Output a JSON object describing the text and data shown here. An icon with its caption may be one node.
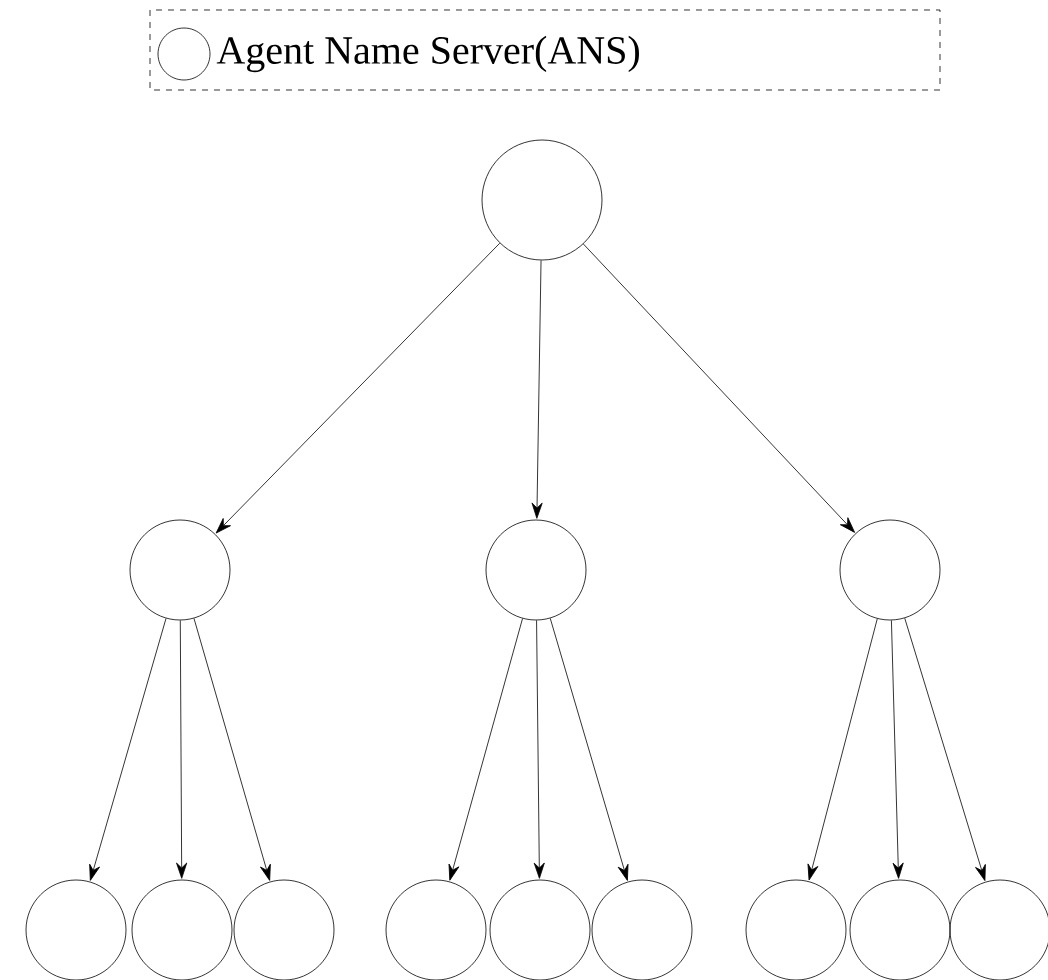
{
  "diagram": {
    "nodes": [
      {
        "text": [],
        "shape": "circle"
      },
      {
        "text": [],
        "shape": "circle"
      },
      {
        "text": [],
        "shape": "circle"
      },
      {
        "text": [],
        "shape": "circle"
      },
      {
        "text": [],
        "shape": "circle"
      },
      {
        "text": [],
        "shape": "circle"
      },
      {
        "text": [],
        "shape": "circle"
      },
      {
        "text": [],
        "shape": "circle"
      },
      {
        "text": [],
        "shape": "circle"
      },
      {
        "text": [],
        "shape": "circle"
      },
      {
        "text": [],
        "shape": "circle"
      },
      {
        "text": [],
        "shape": "circle"
      },
      {
        "text": [],
        "shape": "circle"
      }
    ],
    "edges": [
      {
        "from": 0,
        "to": 1,
        "arrow": "to"
      },
      {
        "from": 0,
        "to": 2,
        "arrow": "to"
      },
      {
        "from": 0,
        "to": 3,
        "arrow": "to"
      },
      {
        "from": 1,
        "to": 4,
        "arrow": "to"
      },
      {
        "from": 1,
        "to": 5,
        "arrow": "to"
      },
      {
        "from": 1,
        "to": 6,
        "arrow": "to"
      },
      {
        "from": 2,
        "to": 7,
        "arrow": "to"
      },
      {
        "from": 2,
        "to": 8,
        "arrow": "to"
      },
      {
        "from": 2,
        "to": 9,
        "arrow": "to"
      },
      {
        "from": 3,
        "to": 10,
        "arrow": "to"
      },
      {
        "from": 3,
        "to": 11,
        "arrow": "to"
      },
      {
        "from": 3,
        "to": 12,
        "arrow": "to"
      }
    ],
    "legend": [
      {
        "text": "Agent Name Server(ANS)"
      }
    ]
  }
}
